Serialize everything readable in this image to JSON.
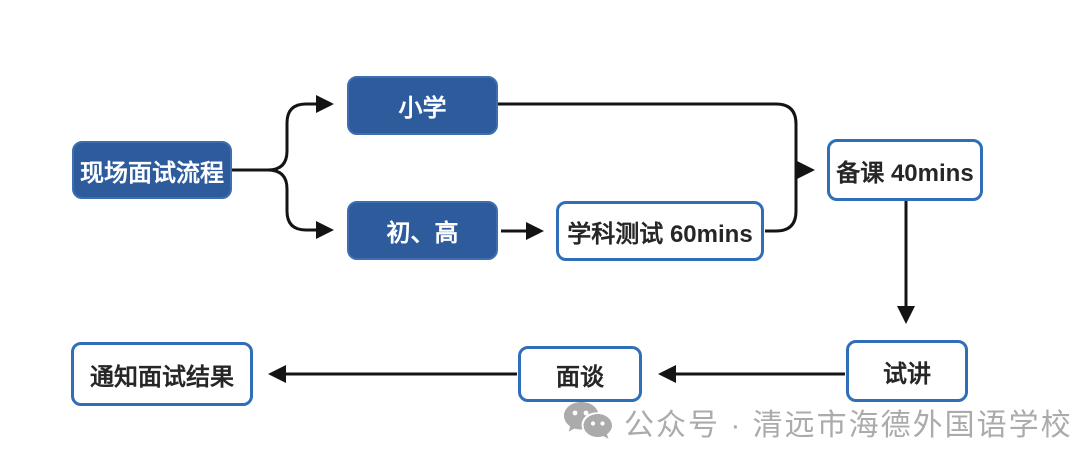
{
  "diagram": {
    "title_node": "现场面试流程",
    "nodes": {
      "start": {
        "label": "现场面试流程",
        "style": "filled"
      },
      "primary": {
        "label": "小学",
        "style": "filled"
      },
      "secondary": {
        "label": "初、高",
        "style": "filled"
      },
      "subject_test": {
        "label": "学科测试 60mins",
        "style": "outline"
      },
      "prep": {
        "label": "备课 40mins",
        "style": "outline"
      },
      "trial": {
        "label": "试讲",
        "style": "outline"
      },
      "interview": {
        "label": "面谈",
        "style": "outline"
      },
      "result": {
        "label": "通知面试结果",
        "style": "outline"
      }
    },
    "edges": [
      {
        "from": "start",
        "to": "primary"
      },
      {
        "from": "start",
        "to": "secondary"
      },
      {
        "from": "secondary",
        "to": "subject_test"
      },
      {
        "from": "primary",
        "to": "prep"
      },
      {
        "from": "subject_test",
        "to": "prep"
      },
      {
        "from": "prep",
        "to": "trial"
      },
      {
        "from": "trial",
        "to": "interview"
      },
      {
        "from": "interview",
        "to": "result"
      }
    ],
    "colors": {
      "node_fill": "#2E5B9B",
      "outline_border": "#2F6EB8",
      "text_on_fill": "#FFFFFF",
      "text_dark": "#262626",
      "connector": "#141414",
      "watermark": "#ABABAB"
    }
  },
  "watermark": {
    "icon": "wechat-icon",
    "text": "公众号 · 清远市海德外国语学校"
  }
}
